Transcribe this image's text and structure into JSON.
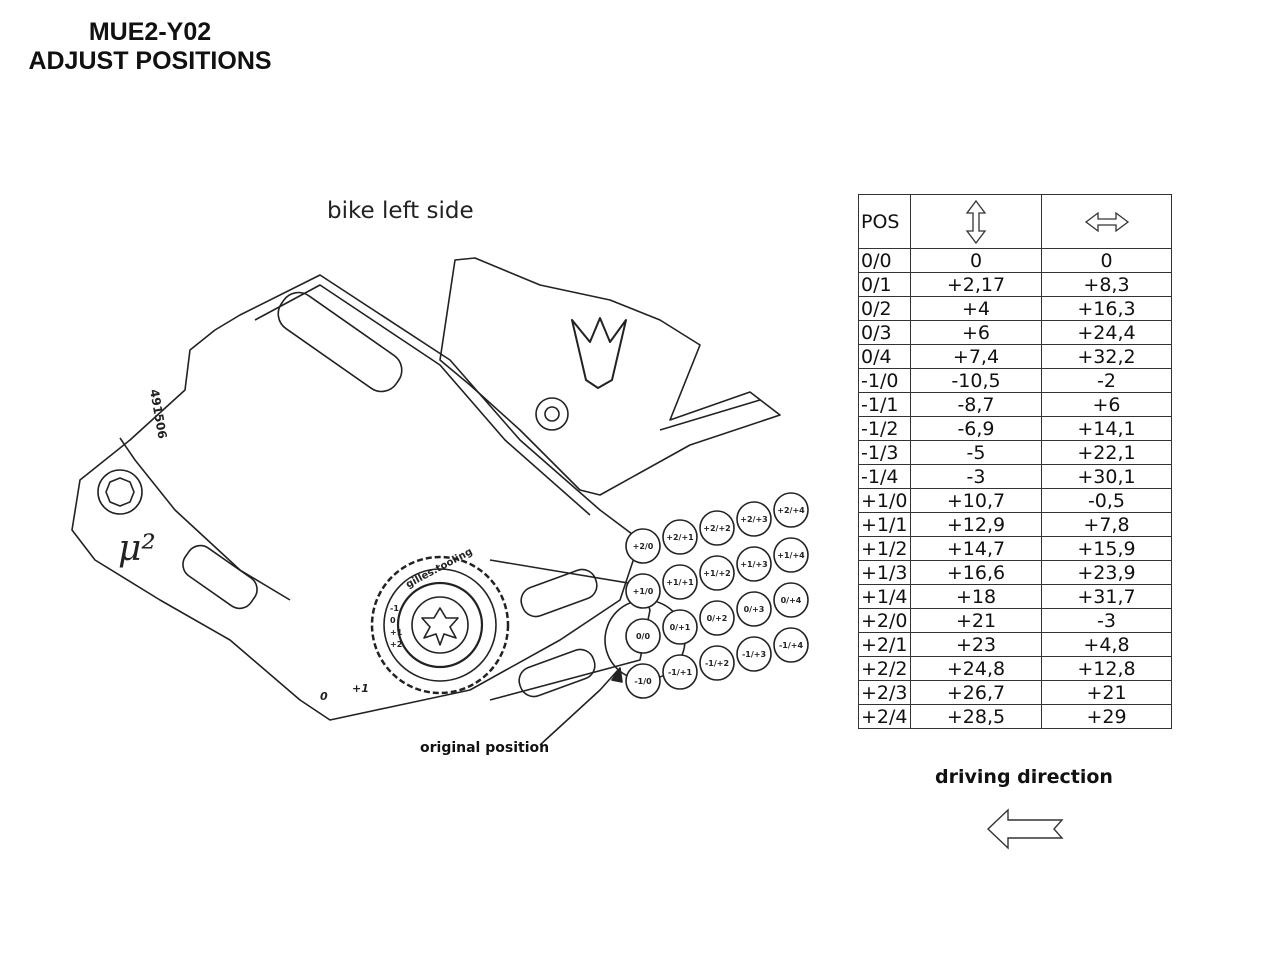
{
  "title": {
    "line1": "MUE2-Y02",
    "line2": "ADJUST POSITIONS"
  },
  "view_label": "bike left side",
  "drawing": {
    "part_number": "491506",
    "logo": "μ²",
    "brand_text": "gilles.tooling",
    "scale_marks": [
      "-1",
      "0",
      "+1",
      "+2"
    ],
    "bottom_marks": [
      "0",
      "+1"
    ],
    "position_circles": [
      "+2/0",
      "+2/+1",
      "+2/+2",
      "+2/+3",
      "+2/+4",
      "+1/0",
      "+1/+1",
      "+1/+2",
      "+1/+3",
      "+1/+4",
      "0/0",
      "0/+1",
      "0/+2",
      "0/+3",
      "0/+4",
      "-1/0",
      "-1/+1",
      "-1/+2",
      "-1/+3",
      "-1/+4"
    ],
    "callout": "original position"
  },
  "table": {
    "headers": {
      "pos": "POS",
      "vertical_icon": "up-down-arrow-icon",
      "horizontal_icon": "left-right-arrow-icon"
    },
    "rows": [
      [
        "0/0",
        "0",
        "0"
      ],
      [
        "0/1",
        "+2,17",
        "+8,3"
      ],
      [
        "0/2",
        "+4",
        "+16,3"
      ],
      [
        "0/3",
        "+6",
        "+24,4"
      ],
      [
        "0/4",
        "+7,4",
        "+32,2"
      ],
      [
        "-1/0",
        "-10,5",
        "-2"
      ],
      [
        "-1/1",
        "-8,7",
        "+6"
      ],
      [
        "-1/2",
        "-6,9",
        "+14,1"
      ],
      [
        "-1/3",
        "-5",
        "+22,1"
      ],
      [
        "-1/4",
        "-3",
        "+30,1"
      ],
      [
        "+1/0",
        "+10,7",
        "-0,5"
      ],
      [
        "+1/1",
        "+12,9",
        "+7,8"
      ],
      [
        "+1/2",
        "+14,7",
        "+15,9"
      ],
      [
        "+1/3",
        "+16,6",
        "+23,9"
      ],
      [
        "+1/4",
        "+18",
        "+31,7"
      ],
      [
        "+2/0",
        "+21",
        "-3"
      ],
      [
        "+2/1",
        "+23",
        "+4,8"
      ],
      [
        "+2/2",
        "+24,8",
        "+12,8"
      ],
      [
        "+2/3",
        "+26,7",
        "+21"
      ],
      [
        "+2/4",
        "+28,5",
        "+29"
      ]
    ]
  },
  "direction": {
    "label": "driving direction",
    "icon": "left-arrow-icon"
  }
}
